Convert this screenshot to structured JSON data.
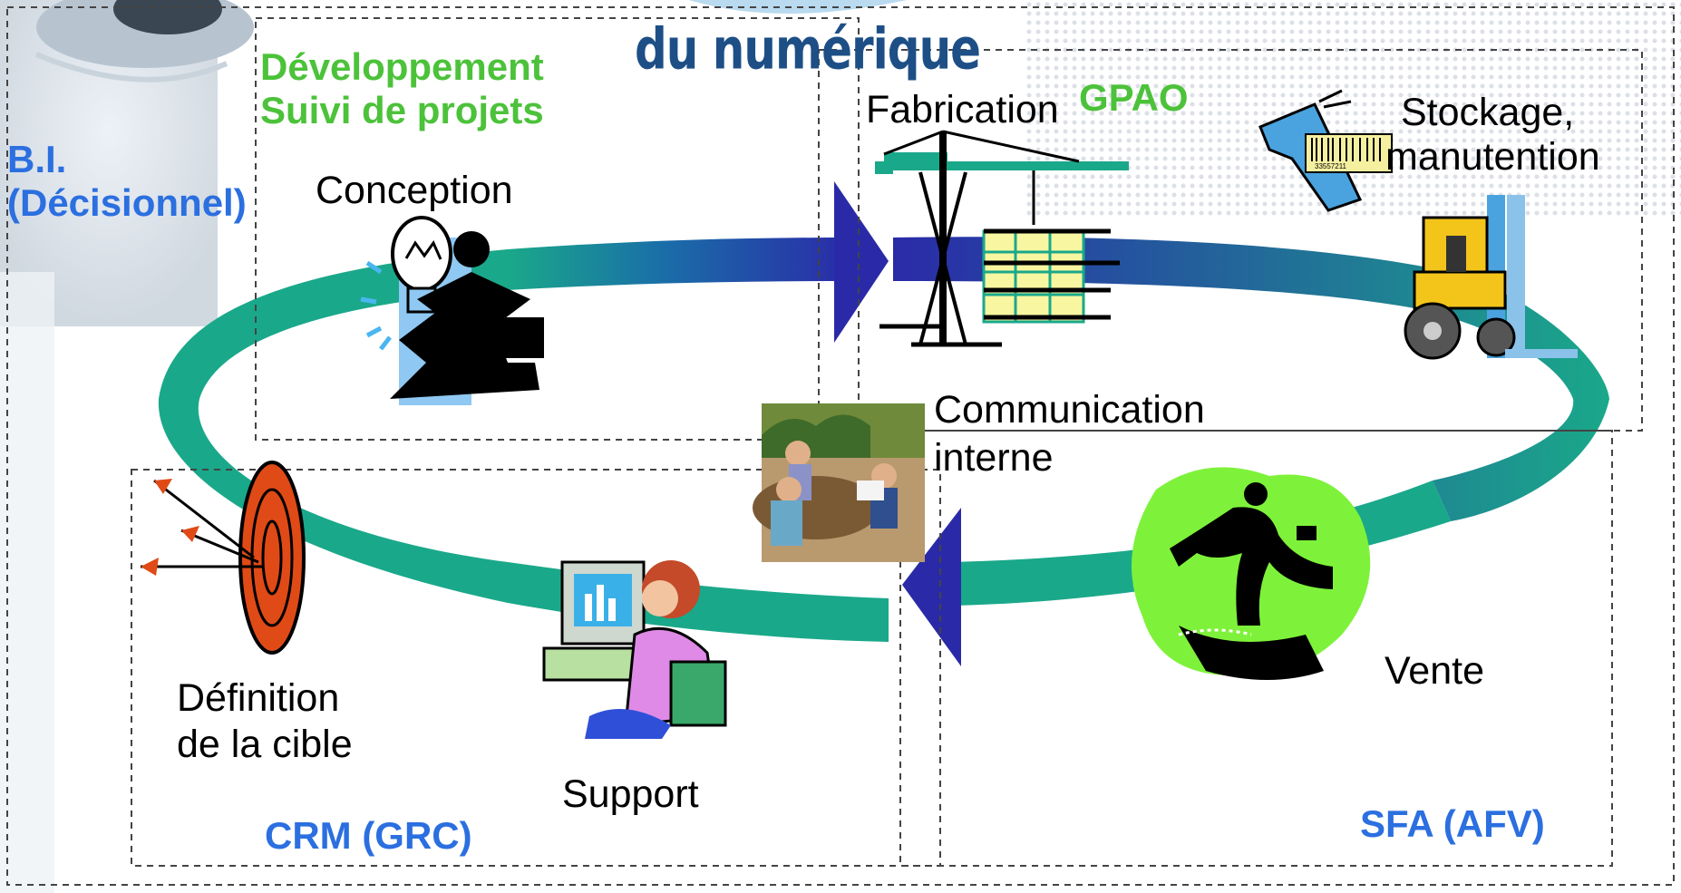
{
  "colors": {
    "cycle_teal": "#1aa88a",
    "cycle_navy": "#2a2aa8",
    "blue_label": "#2b6fe0",
    "green_label": "#4cc23a",
    "vente_green": "#7ef23a",
    "target_red": "#e04a16",
    "logo_blue": "#1d4f86"
  },
  "logo_text": "du numérique",
  "modules": {
    "bi": [
      "B.I.",
      "(Décisionnel)"
    ],
    "dev": [
      "Développement",
      "Suivi de projets"
    ],
    "gpao": "GPAO",
    "crm": "CRM (GRC)",
    "sfa": "SFA (AFV)"
  },
  "steps": {
    "conception": "Conception",
    "fabrication": "Fabrication",
    "stockage": [
      "Stockage,",
      "manutention"
    ],
    "communication": [
      "Communication",
      "interne"
    ],
    "vente": "Vente",
    "support": "Support",
    "definition": [
      "Définition",
      "de la cible"
    ]
  },
  "icons": [
    "eye-icon",
    "lightbulb-figure-icon",
    "crane-building-icon",
    "barcode-scanner-icon",
    "forklift-icon",
    "meeting-icon",
    "running-businessman-icon",
    "computer-user-icon",
    "dartboard-icon"
  ],
  "barcode_number": "33557211"
}
